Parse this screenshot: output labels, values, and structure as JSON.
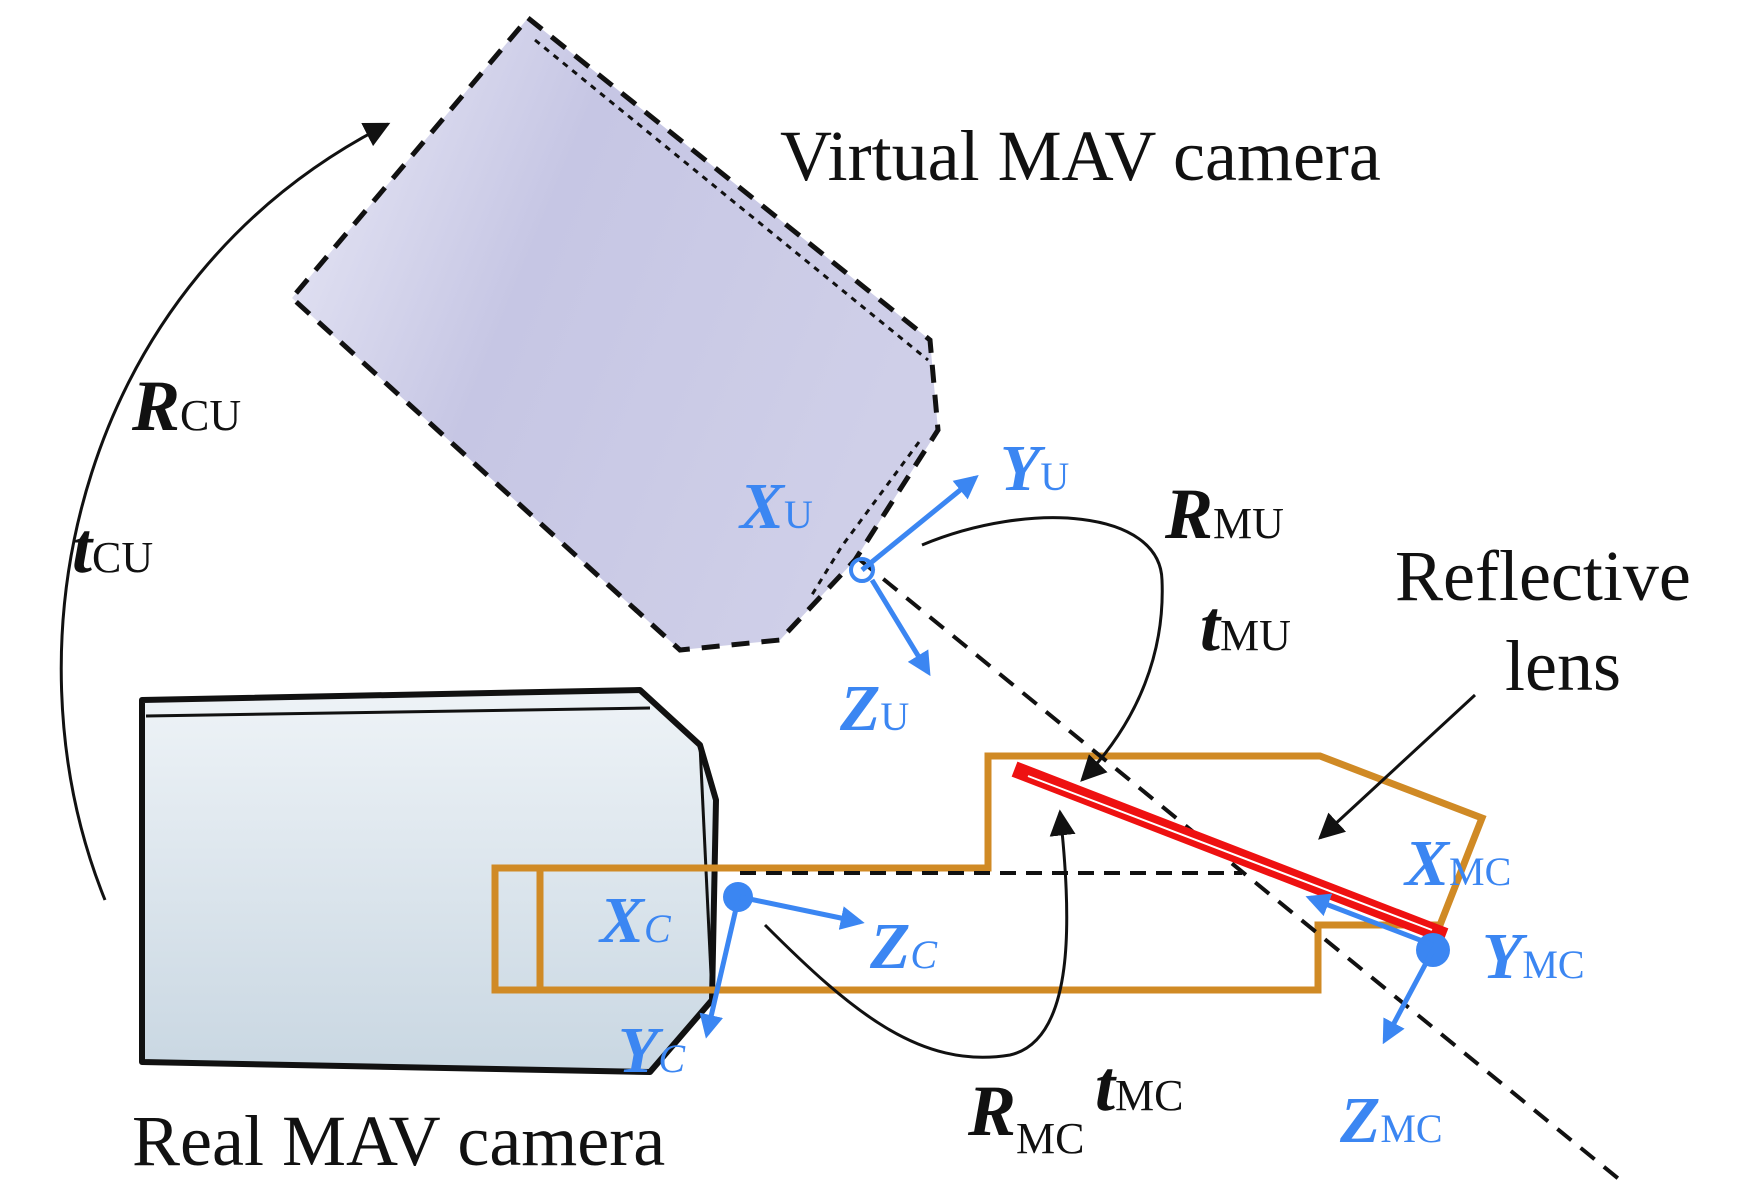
{
  "labels": {
    "virtual_camera": "Virtual MAV camera",
    "real_camera": "Real MAV camera",
    "reflective_lens_line1": "Reflective",
    "reflective_lens_line2": "lens"
  },
  "transforms": {
    "R_CU": {
      "main": "R",
      "sub": "CU"
    },
    "t_CU": {
      "main": "t",
      "sub": "CU"
    },
    "R_MU": {
      "main": "R",
      "sub": "MU"
    },
    "t_MU": {
      "main": "t",
      "sub": "MU"
    },
    "R_MC": {
      "main": "R",
      "sub": "MC"
    },
    "t_MC": {
      "main": "t",
      "sub": "MC"
    }
  },
  "axes": {
    "X_U": {
      "main": "X",
      "sub": "U"
    },
    "Y_U": {
      "main": "Y",
      "sub": "U"
    },
    "Z_U": {
      "main": "Z",
      "sub": "U"
    },
    "X_C": {
      "main": "X",
      "sub": "C"
    },
    "Y_C": {
      "main": "Y",
      "sub": "C"
    },
    "Z_C": {
      "main": "Z",
      "sub": "C"
    },
    "X_MC": {
      "main": "X",
      "sub": "MC"
    },
    "Y_MC": {
      "main": "Y",
      "sub": "MC"
    },
    "Z_MC": {
      "main": "Z",
      "sub": "MC"
    }
  },
  "colors": {
    "axis_blue": "#3b86f2",
    "housing_orange": "#d08a25",
    "lens_red": "#ee1111",
    "virtual_fill": "#c9c9e6",
    "real_fill": "#cfdce6"
  }
}
